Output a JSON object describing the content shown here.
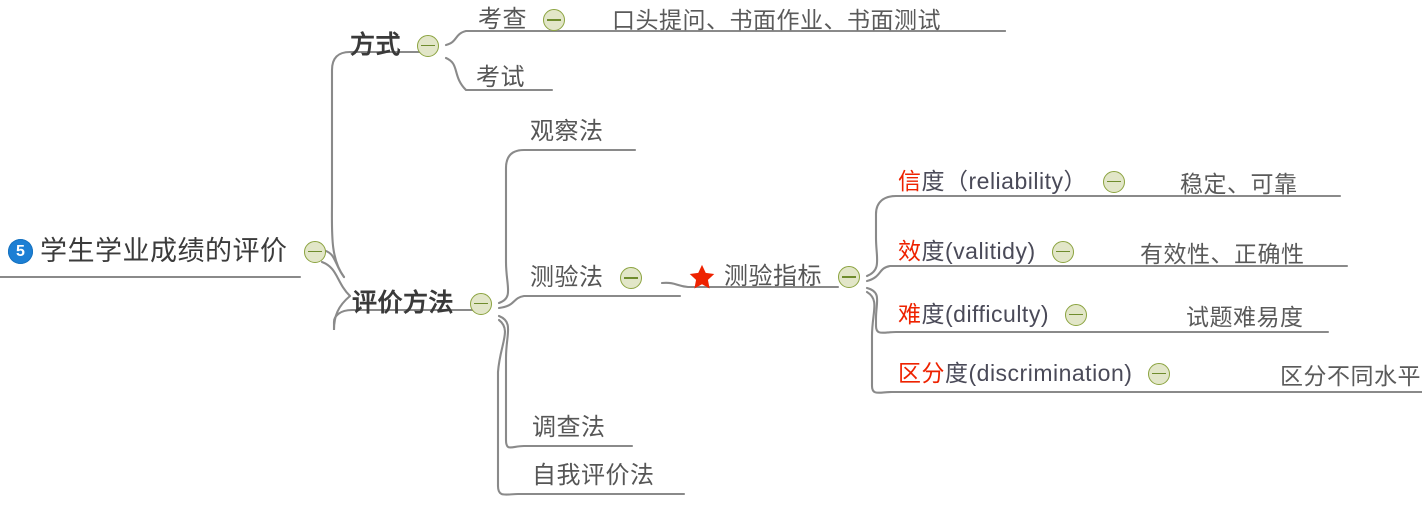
{
  "mindmap": {
    "root": {
      "badge": "5",
      "badge_icon": "circled-number-icon",
      "label": "学生学业成绩的评价",
      "toggle_icon": "collapse-minus-icon"
    },
    "branches": [
      {
        "id": "fangshi",
        "label": "方式",
        "toggle_icon": "collapse-minus-icon",
        "children": [
          {
            "id": "kaocha",
            "label": "考查",
            "toggle_icon": "collapse-minus-icon",
            "detail": "口头提问、书面作业、书面测试"
          },
          {
            "id": "kaoshi",
            "label": "考试"
          }
        ]
      },
      {
        "id": "pingjia-fangfa",
        "label": "评价方法",
        "toggle_icon": "collapse-minus-icon",
        "children": [
          {
            "id": "guanchafa",
            "label": "观察法"
          },
          {
            "id": "ceyanfa",
            "label": "测验法",
            "toggle_icon": "collapse-minus-icon",
            "child": {
              "id": "ceyan-zhibiao",
              "star_icon": "red-star-icon",
              "label": "测验指标",
              "toggle_icon": "collapse-minus-icon",
              "items": [
                {
                  "id": "xindu",
                  "highlight": "信",
                  "rest": "度（reliability）",
                  "toggle_icon": "collapse-minus-icon",
                  "detail": "稳定、可靠"
                },
                {
                  "id": "xiaodu",
                  "highlight": "效",
                  "rest": "度(valitidy)",
                  "toggle_icon": "collapse-minus-icon",
                  "detail": "有效性、正确性"
                },
                {
                  "id": "nandu",
                  "highlight": "难",
                  "rest": "度(difficulty)",
                  "toggle_icon": "collapse-minus-icon",
                  "detail": "试题难易度"
                },
                {
                  "id": "qufendu",
                  "highlight": "区分",
                  "rest": "度(discrimination)",
                  "toggle_icon": "collapse-minus-icon",
                  "detail": "区分不同水平"
                }
              ]
            }
          },
          {
            "id": "diaochafa",
            "label": "调查法"
          },
          {
            "id": "ziwo-pingjiafa",
            "label": "自我评价法"
          }
        ]
      }
    ],
    "colors": {
      "accent_red": "#ee2200",
      "badge_blue": "#1c7fd4",
      "toggle_fill": "#e2e6c8",
      "toggle_stroke": "#8ba33f",
      "wire": "#8a8a8a"
    }
  }
}
